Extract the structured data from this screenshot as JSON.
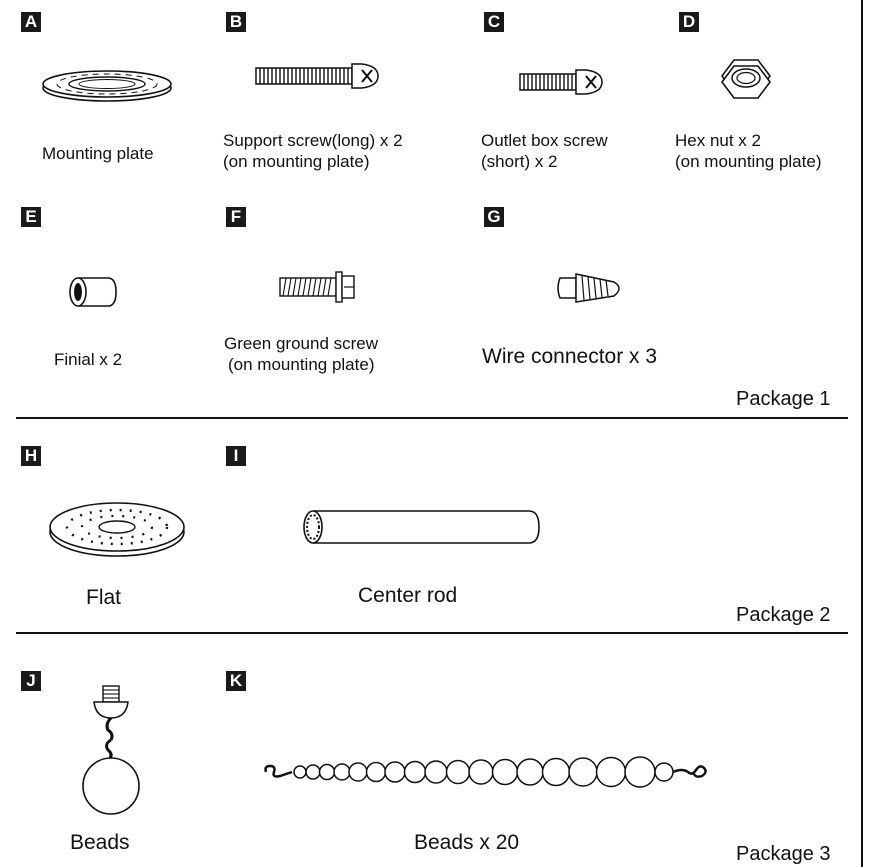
{
  "parts": [
    {
      "letter": "A",
      "label": [
        "Mounting plate"
      ],
      "icon": "mounting-plate-icon"
    },
    {
      "letter": "B",
      "label": [
        "Support screw(long) x 2",
        "(on mounting plate)"
      ],
      "icon": "long-screw-icon"
    },
    {
      "letter": "C",
      "label": [
        "Outlet box screw",
        "(short) x 2"
      ],
      "icon": "short-screw-icon"
    },
    {
      "letter": "D",
      "label": [
        "Hex nut x 2",
        "(on mounting plate)"
      ],
      "icon": "hex-nut-icon"
    },
    {
      "letter": "E",
      "label": [
        "Finial x 2"
      ],
      "icon": "finial-icon"
    },
    {
      "letter": "F",
      "label": [
        "Green ground screw",
        "(on mounting plate)"
      ],
      "icon": "ground-screw-icon"
    },
    {
      "letter": "G",
      "label": [
        "Wire connector x 3"
      ],
      "icon": "wire-connector-icon"
    },
    {
      "letter": "H",
      "label": [
        "Flat"
      ],
      "icon": "flat-disc-icon"
    },
    {
      "letter": "I",
      "label": [
        "Center rod"
      ],
      "icon": "center-rod-icon"
    },
    {
      "letter": "J",
      "label": [
        "Beads"
      ],
      "icon": "bead-pendant-icon"
    },
    {
      "letter": "K",
      "label": [
        "Beads x 20"
      ],
      "icon": "bead-chain-icon"
    }
  ],
  "packages": [
    "Package 1",
    "Package 2",
    "Package 3"
  ]
}
